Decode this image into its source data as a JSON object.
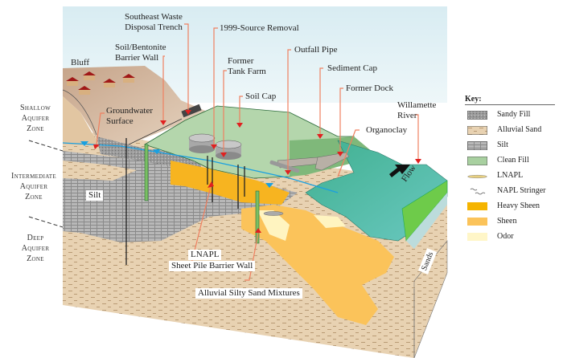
{
  "labels": {
    "southeast_waste": [
      "Southeast Waste",
      "Disposal Trench"
    ],
    "source_removal": "1999-Source Removal",
    "soil_bentonite": [
      "Soil/Bentonite",
      "Barrier Wall"
    ],
    "former_tank_farm": [
      "Former",
      "Tank Farm"
    ],
    "soil_cap": "Soil Cap",
    "outfall_pipe": "Outfall Pipe",
    "sediment_cap": "Sediment Cap",
    "former_dock": "Former Dock",
    "willamette_river": [
      "Willamette",
      "River"
    ],
    "organoclay": "Organoclay",
    "bluff": "Bluff",
    "groundwater_surface": [
      "Groundwater",
      "Surface"
    ],
    "silt": "Silt",
    "lnapl": "LNAPL",
    "sheet_pile": "Sheet Pile Barrier Wall",
    "alluvial_silty_sand": "Alluvial Silty Sand Mixtures",
    "sands": "Sands",
    "flow": "Flow"
  },
  "zones": {
    "shallow": [
      "Shallow",
      "Aquifer",
      "Zone"
    ],
    "intermediate": [
      "Intermediate",
      "Aquifer",
      "Zone"
    ],
    "deep": [
      "Deep",
      "Aquifer",
      "Zone"
    ]
  },
  "key": {
    "title": "Key:",
    "items": [
      {
        "label": "Sandy Fill",
        "swatch": "sandy-fill",
        "color": "#8a8a8a"
      },
      {
        "label": "Alluvial Sand",
        "swatch": "alluvial-sand",
        "color": "#e8cfae"
      },
      {
        "label": "Silt",
        "swatch": "silt",
        "color": "#9a9a9a"
      },
      {
        "label": "Clean Fill",
        "swatch": "clean-fill",
        "color": "#a8d0a0"
      },
      {
        "label": "LNAPL",
        "swatch": "lnapl",
        "color": "#e8d080"
      },
      {
        "label": "NAPL Stringer",
        "swatch": "napl-stringer",
        "color": "#555555"
      },
      {
        "label": "Heavy Sheen",
        "swatch": "heavy-sheen",
        "color": "#f5b400"
      },
      {
        "label": "Sheen",
        "swatch": "sheen",
        "color": "#fbc35a"
      },
      {
        "label": "Odor",
        "swatch": "odor",
        "color": "#fff6c8"
      }
    ]
  },
  "colors": {
    "sky": "#e6f3f7",
    "leader": "#f08060",
    "arrowhead": "#e02020",
    "water": "#50b8a8",
    "groundwater_line": "#1aa0e0"
  }
}
